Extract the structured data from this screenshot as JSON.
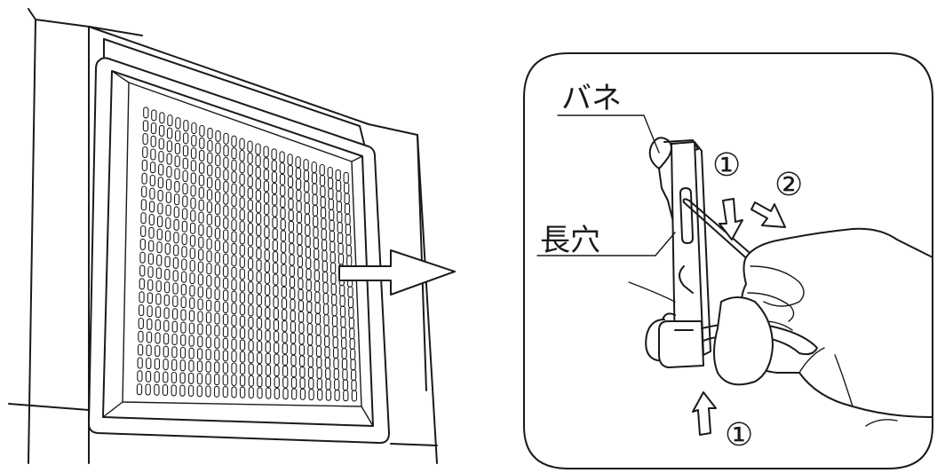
{
  "labels": {
    "spring": "バネ",
    "slot": "長穴",
    "step1_top": "①",
    "step2": "②",
    "step1_bottom": "①"
  },
  "colors": {
    "ink": "#1a1a1a",
    "paper": "#ffffff"
  },
  "icons": {
    "direction_arrow": "arrow-right-icon"
  }
}
